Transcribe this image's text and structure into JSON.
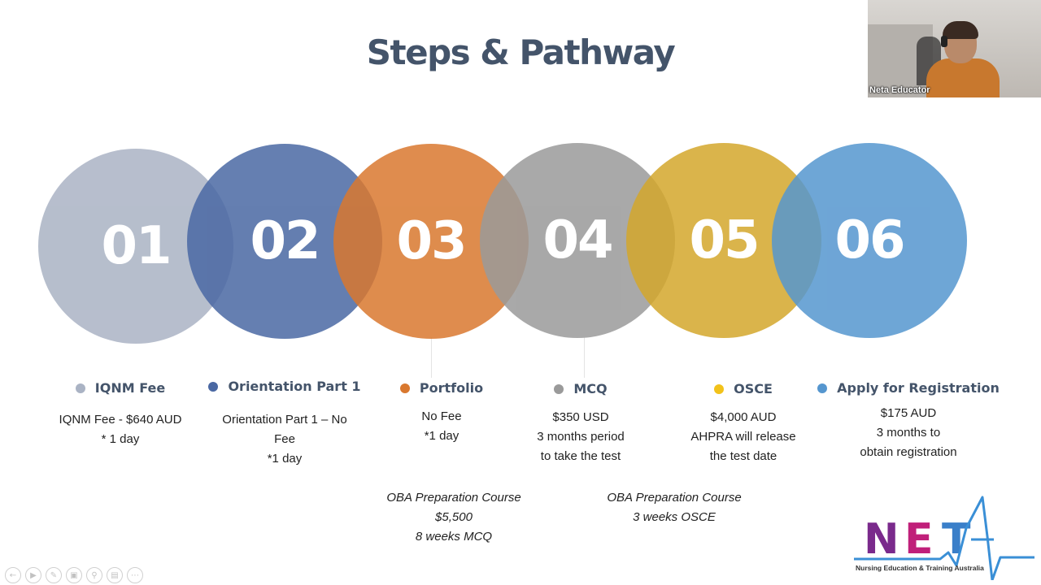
{
  "slide": {
    "title": "Steps & Pathway"
  },
  "circles": [
    {
      "number": "01",
      "color": "#aab3c4"
    },
    {
      "number": "02",
      "color": "#4a68a3"
    },
    {
      "number": "03",
      "color": "#d9782f"
    },
    {
      "number": "04",
      "color": "#9a9a9a"
    },
    {
      "number": "05",
      "color": "#d4a72c"
    },
    {
      "number": "06",
      "color": "#5596cf"
    }
  ],
  "steps": [
    {
      "heading": "IQNM Fee",
      "dot_color": "#aab3c4",
      "lines": [
        "IQNM Fee - $640 AUD",
        "* 1 day"
      ]
    },
    {
      "heading": "Orientation Part 1",
      "dot_color": "#4a68a3",
      "lines": [
        "Orientation Part 1 – No",
        "Fee",
        "*1 day"
      ]
    },
    {
      "heading": "Portfolio",
      "dot_color": "#d9782f",
      "lines": [
        "No Fee",
        "*1 day"
      ]
    },
    {
      "heading": "MCQ",
      "dot_color": "#9a9a9a",
      "lines": [
        "$350 USD",
        "3 months period",
        "to take the test"
      ]
    },
    {
      "heading": "OSCE",
      "dot_color": "#f2c21a",
      "lines": [
        "$4,000 AUD",
        "AHPRA will release",
        "the test date"
      ]
    },
    {
      "heading": "Apply for Registration",
      "dot_color": "#5596cf",
      "lines": [
        "$175 AUD",
        "3 months to",
        "obtain registration"
      ]
    }
  ],
  "notes": [
    {
      "lines": [
        "OBA Preparation Course",
        "$5,500",
        "8 weeks MCQ"
      ]
    },
    {
      "lines": [
        "OBA Preparation Course",
        "3 weeks OSCE"
      ]
    }
  ],
  "webcam": {
    "participant_name": "Neta Educator"
  },
  "logo": {
    "letters": [
      "N",
      "E",
      "T",
      "A"
    ],
    "tagline": "Nursing Education & Training Australia",
    "colors": [
      "#7a2a8c",
      "#c0207a",
      "#3a7fc9"
    ]
  },
  "slide_controls": {
    "icons": [
      "arrow-left-icon",
      "play-icon",
      "pen-icon",
      "slides-icon",
      "zoom-icon",
      "subtitles-icon",
      "more-icon"
    ]
  }
}
